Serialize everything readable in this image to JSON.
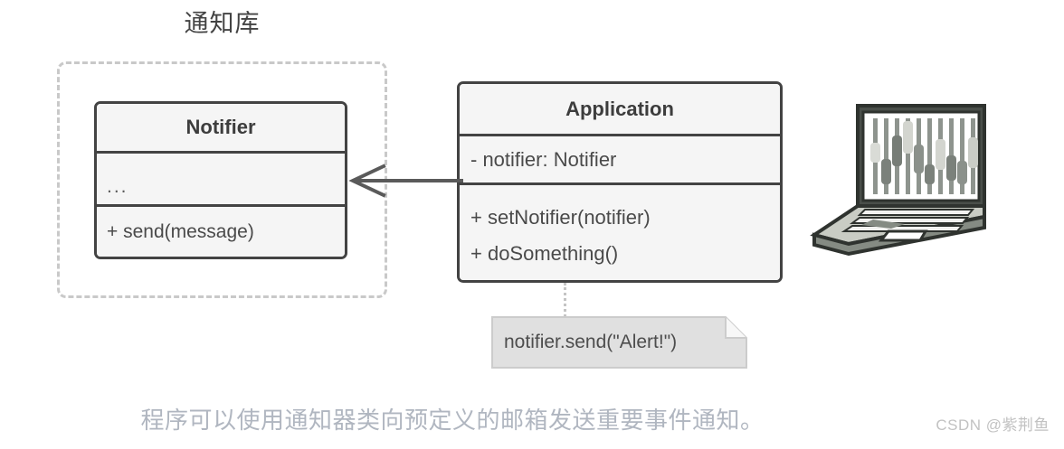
{
  "package": {
    "title": "通知库",
    "border_style": "dashed",
    "border_color": "#c9c9c9"
  },
  "classes": [
    {
      "id": "notifier",
      "name": "Notifier",
      "attributes": [
        "..."
      ],
      "operations": [
        "+ send(message)"
      ]
    },
    {
      "id": "application",
      "name": "Application",
      "attributes": [
        "- notifier: Notifier"
      ],
      "operations": [
        "+ setNotifier(notifier)",
        "+ doSomething()"
      ]
    }
  ],
  "relation": {
    "name": "association",
    "from": "Application",
    "to": "Notifier",
    "arrow_direction": "left",
    "line_color": "#5a5a5a"
  },
  "note": {
    "text": "notifier.send(\"Alert!\")",
    "attached_to": "Application",
    "fill": "#e0e0e0",
    "connector_style": "dotted"
  },
  "illustration": {
    "name": "laptop-with-equalizer-screen",
    "slider_count": 10,
    "body_color": "#4a4f4a",
    "screen_color": "#ffffff"
  },
  "caption": {
    "text": "程序可以使用通知器类向预定义的邮箱发送重要事件通知。",
    "color": "#b0b6c0"
  },
  "watermark": {
    "text": "CSDN @紫荆鱼"
  },
  "theme": {
    "class_border": "#434343",
    "class_fill": "#f5f5f5",
    "text_color": "#4a4a4a",
    "background": "#ffffff"
  }
}
